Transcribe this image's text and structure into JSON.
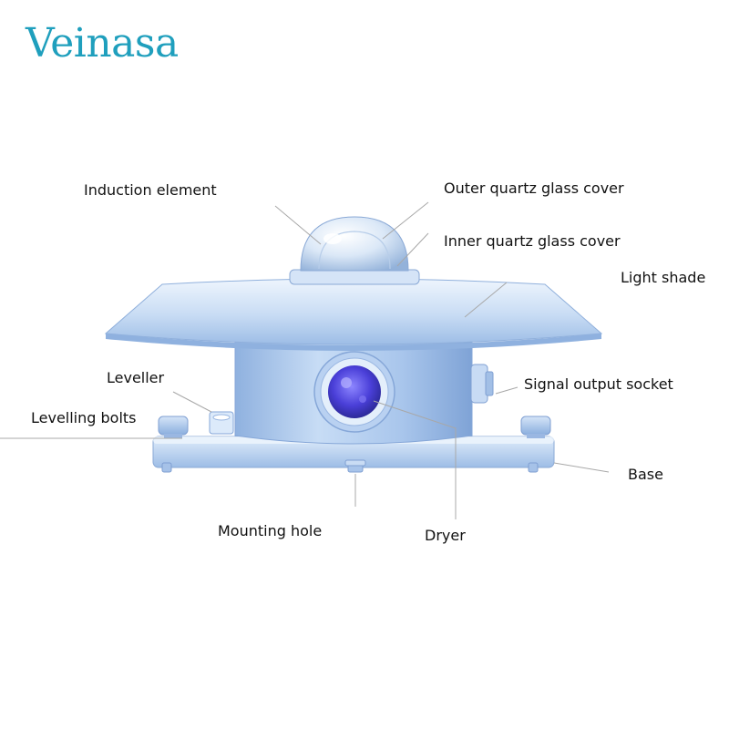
{
  "brand": {
    "name": "Veinasa",
    "color": "#1f9fbd"
  },
  "labels": {
    "induction_element": "Induction element",
    "outer_quartz_glass_cover": "Outer quartz glass cover",
    "inner_quartz_glass_cover": "Inner quartz glass cover",
    "light_shade": "Light shade",
    "leveller": "Leveller",
    "signal_output_socket": "Signal output socket",
    "levelling_bolts": "Levelling bolts",
    "base": "Base",
    "mounting_hole": "Mounting hole",
    "dryer": "Dryer"
  },
  "colors": {
    "body_light": "#dcebfa",
    "body_mid": "#a9c8ec",
    "body_dark": "#7ea3d6",
    "dryer": "#4a3fd8",
    "leader_line": "#a8a8a8"
  }
}
